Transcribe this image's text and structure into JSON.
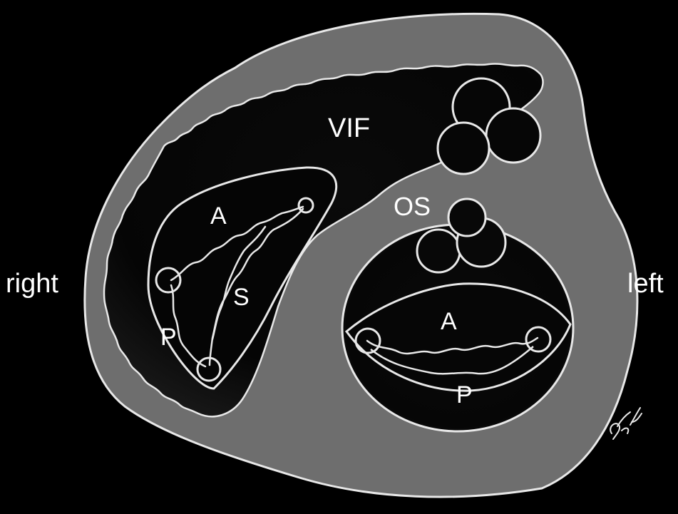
{
  "colors": {
    "background": "#000000",
    "heart_fill": "#6e6e6e",
    "cavity_fill": "#050505",
    "outline": "#e8e8e8",
    "text": "#ffffff"
  },
  "labels": {
    "side_right": "right",
    "side_left": "left",
    "vif": "VIF",
    "os": "OS",
    "tricuspid_anterior": "A",
    "tricuspid_septal": "S",
    "tricuspid_posterior": "P",
    "mitral_anterior": "A",
    "mitral_posterior": "P"
  },
  "signature": "signature mark (handwritten)"
}
